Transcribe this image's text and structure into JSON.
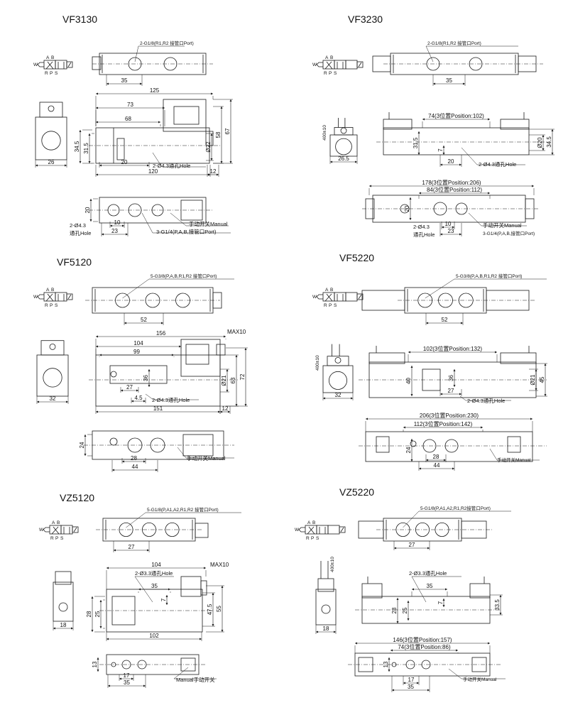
{
  "panels": {
    "vf3130": {
      "title": "VF3130",
      "port_note": "2-G1/8(R1,R2 接管口Port)",
      "top_dim": "35",
      "dims": [
        "125",
        "73",
        "68",
        "34.5",
        "31.5",
        "20",
        "120",
        "58",
        "67",
        "Ø22",
        "12",
        "26"
      ],
      "hole_note": "2-Ø4.3通孔Hole",
      "bottom_dims": [
        "20",
        "10",
        "23"
      ],
      "bottom_hole_a": "2-Ø4.3",
      "bottom_hole_b": "通孔Hole",
      "manual": "手动开关Manual",
      "port_note2": "3-G1/4(P,A,B,接管口Port)"
    },
    "vf3230": {
      "title": "VF3230",
      "port_note": "2-G1/8(R1,R2 接管口Port)",
      "top_dim": "35",
      "width_dim": "74(3位置Position:102)",
      "dims": [
        "31.5",
        "7",
        "20",
        "Ø20",
        "34.5",
        "26.5"
      ],
      "wire": "400±10",
      "hole_note": "2-Ø4.3通孔Hole",
      "bottom_dim1": "178(3位置Position:206)",
      "bottom_dim2": "84(3位置Position:112)",
      "bottom_dims": [
        "20",
        "10",
        "23"
      ],
      "bottom_hole_a": "2-Ø4.3",
      "bottom_hole_b": "通孔Hole",
      "manual": "手动开关Manual",
      "port_note2": "3-G1/4(P,A,B,接管口Port)"
    },
    "vf5120": {
      "title": "VF5120",
      "port_note": "5-G3/8(P,A,B,R1,R2 接管口Port)",
      "top_dim": "52",
      "dims": [
        "156",
        "MAX10",
        "104",
        "99",
        "36",
        "27",
        "4.5",
        "151",
        "12",
        "Ø21",
        "63",
        "72",
        "32"
      ],
      "hole_note": "2-Ø4.3通孔Hole",
      "bottom_dims": [
        "24",
        "28",
        "44"
      ],
      "manual": "手动开关Manual"
    },
    "vf5220": {
      "title": "VF5220",
      "port_note": "5-G3/8(P,A,B,R1,R2 接管口Port)",
      "top_dim": "52",
      "width_dim": "102(3位置Position:132)",
      "dims": [
        "40",
        "36",
        "27",
        "Ø21",
        "45",
        "32"
      ],
      "wire": "400±10",
      "hole_note": "2-Ø4.3通孔Hole",
      "bottom_dim1": "206(3位置Position:230)",
      "bottom_dim2": "112(3位置Position:142)",
      "bottom_dims": [
        "24",
        "28",
        "44"
      ],
      "manual": "手动开关Manual"
    },
    "vz5120": {
      "title": "VZ5120",
      "port_note": "5-G1/8(P,A1,A2,R1,R2 接管口Port)",
      "top_dim": "27",
      "dims": [
        "104",
        "MAX10",
        "35",
        "7",
        "47.5",
        "55",
        "28",
        "25",
        "102",
        "18"
      ],
      "hole_note": "2-Ø3.3通孔Hole",
      "bottom_dims": [
        "13",
        "17",
        "35"
      ],
      "manual": "Manual手动开关"
    },
    "vz5220": {
      "title": "VZ5220",
      "port_note": "5-G1/8(P,A1,A2,R1,R2接管口Port)",
      "top_dim": "27",
      "dims": [
        "35",
        "7",
        "33.5",
        "28",
        "25",
        "18"
      ],
      "wire": "400±10",
      "hole_note": "2-Ø3.3通孔Hole",
      "bottom_dim1": "146(3位置Position:157)",
      "bottom_dim2": "74(3位置Position:86)",
      "bottom_dims": [
        "13",
        "17",
        "35"
      ],
      "manual": "手动开关Manual"
    }
  },
  "symbol_labels": {
    "a": "A",
    "b": "B",
    "r": "R",
    "p": "P",
    "s": "S",
    "w": "W"
  },
  "colors": {
    "line": "#1a1a1a",
    "hidden": "#444444",
    "background": "#ffffff"
  }
}
